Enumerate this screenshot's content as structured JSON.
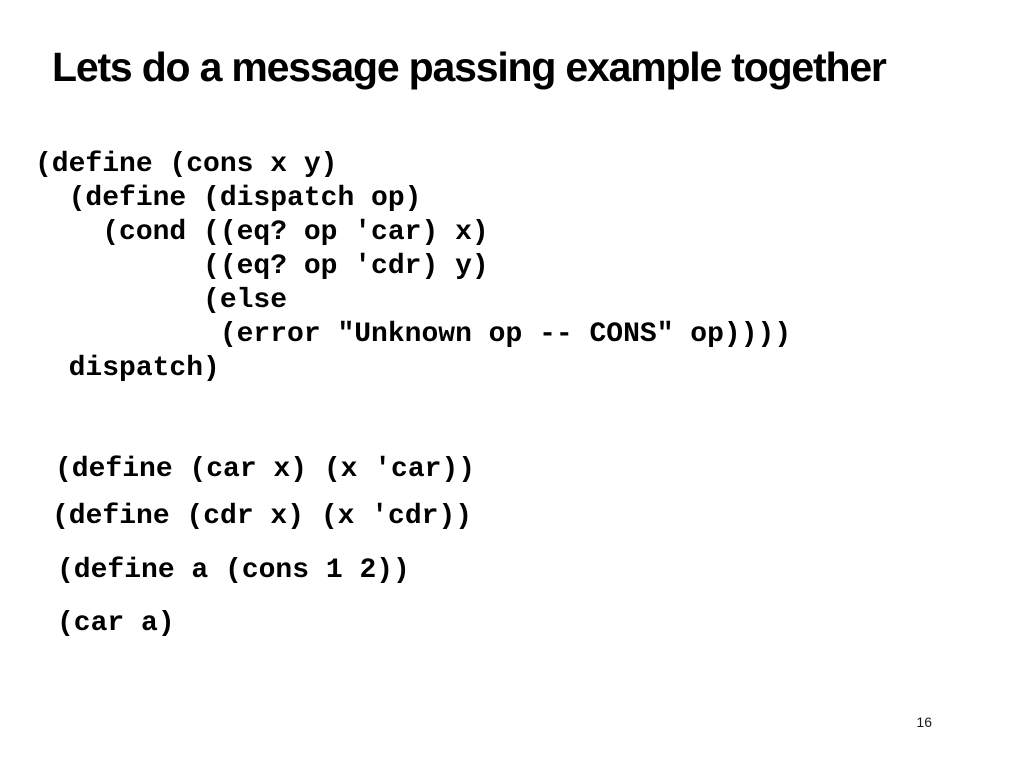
{
  "slide": {
    "title": "Lets do a message passing example together",
    "page_number": "16"
  },
  "code_blocks": {
    "cons_definition": {
      "lines": [
        "(define (cons x y)",
        "  (define (dispatch op)",
        "    (cond ((eq? op 'car) x)",
        "          ((eq? op 'cdr) y)",
        "          (else",
        "           (error \"Unknown op -- CONS\" op))))",
        "  dispatch)"
      ]
    },
    "car_definition": "(define (car x) (x 'car))",
    "cdr_definition": "(define (cdr x) (x 'cdr))",
    "a_definition": "(define a (cons 1 2))",
    "car_call": "(car a)"
  },
  "colors": {
    "text": "#000000",
    "background": "#ffffff"
  }
}
